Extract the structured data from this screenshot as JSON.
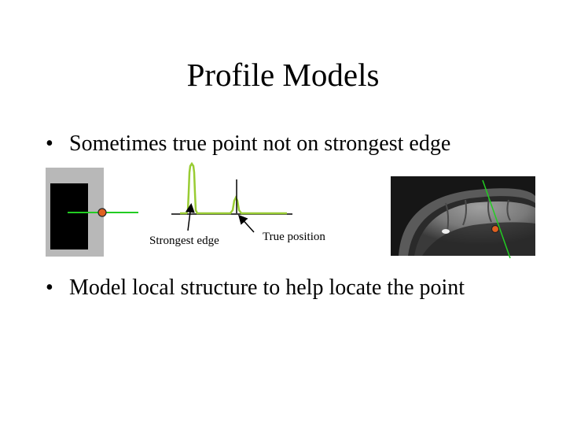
{
  "slide": {
    "title": "Profile Models",
    "bullets": [
      {
        "marker": "•",
        "text": "Sometimes true point not on strongest edge"
      },
      {
        "marker": "•",
        "text": "Model local structure to help locate the point"
      }
    ]
  },
  "figure": {
    "captions": {
      "strongest_edge": "Strongest edge",
      "true_position": "True position"
    },
    "colors": {
      "profile_line": "#22cc22",
      "point": "#e06020",
      "edge_peak": "#99cc33",
      "panel_gray": "#b8b8b8"
    }
  }
}
